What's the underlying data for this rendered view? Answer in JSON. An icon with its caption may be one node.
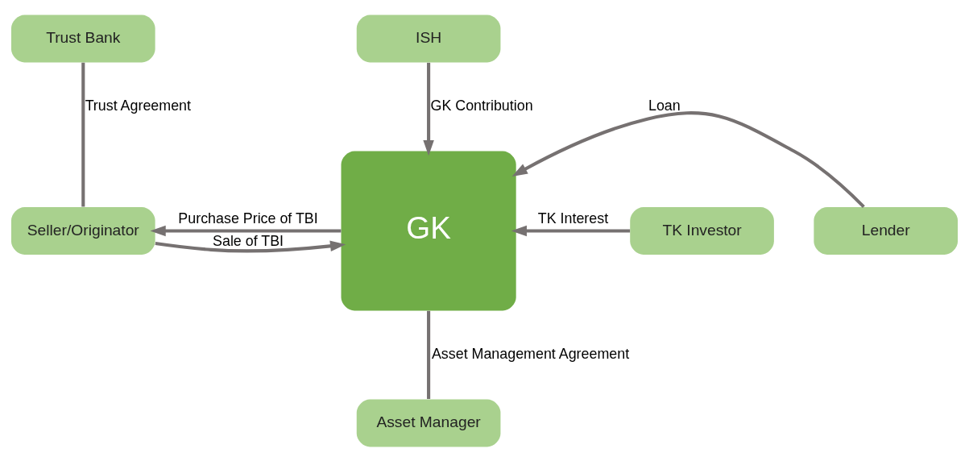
{
  "diagram": {
    "nodes": [
      {
        "text": [
          "ISH"
        ]
      },
      {
        "text": [
          "Trust Bank"
        ]
      },
      {
        "text": [
          "GK"
        ]
      },
      {
        "text": [
          "Lender"
        ]
      },
      {
        "text": [
          "Seller/Originator"
        ]
      },
      {
        "text": [
          "TK Investor"
        ]
      },
      {
        "text": [
          "Asset Manager"
        ]
      }
    ],
    "edges": [
      {
        "from": 0,
        "to": 2,
        "arrow": "to",
        "label": "GK Contribution"
      },
      {
        "from": 1,
        "to": 4,
        "arrow": "none",
        "label": "Trust Agreement"
      },
      {
        "from": 3,
        "to": 2,
        "arrow": "to",
        "label": "Loan"
      },
      {
        "from": 4,
        "to": 2,
        "arrow": "to",
        "label": "Sale of TBI"
      },
      {
        "from": 2,
        "to": 4,
        "arrow": "to",
        "label": "Purchase Price of TBI"
      },
      {
        "from": 5,
        "to": 2,
        "arrow": "to",
        "label": "TK Interest"
      },
      {
        "from": 2,
        "to": 6,
        "arrow": "none",
        "label": "Asset Management Agreement"
      }
    ]
  }
}
